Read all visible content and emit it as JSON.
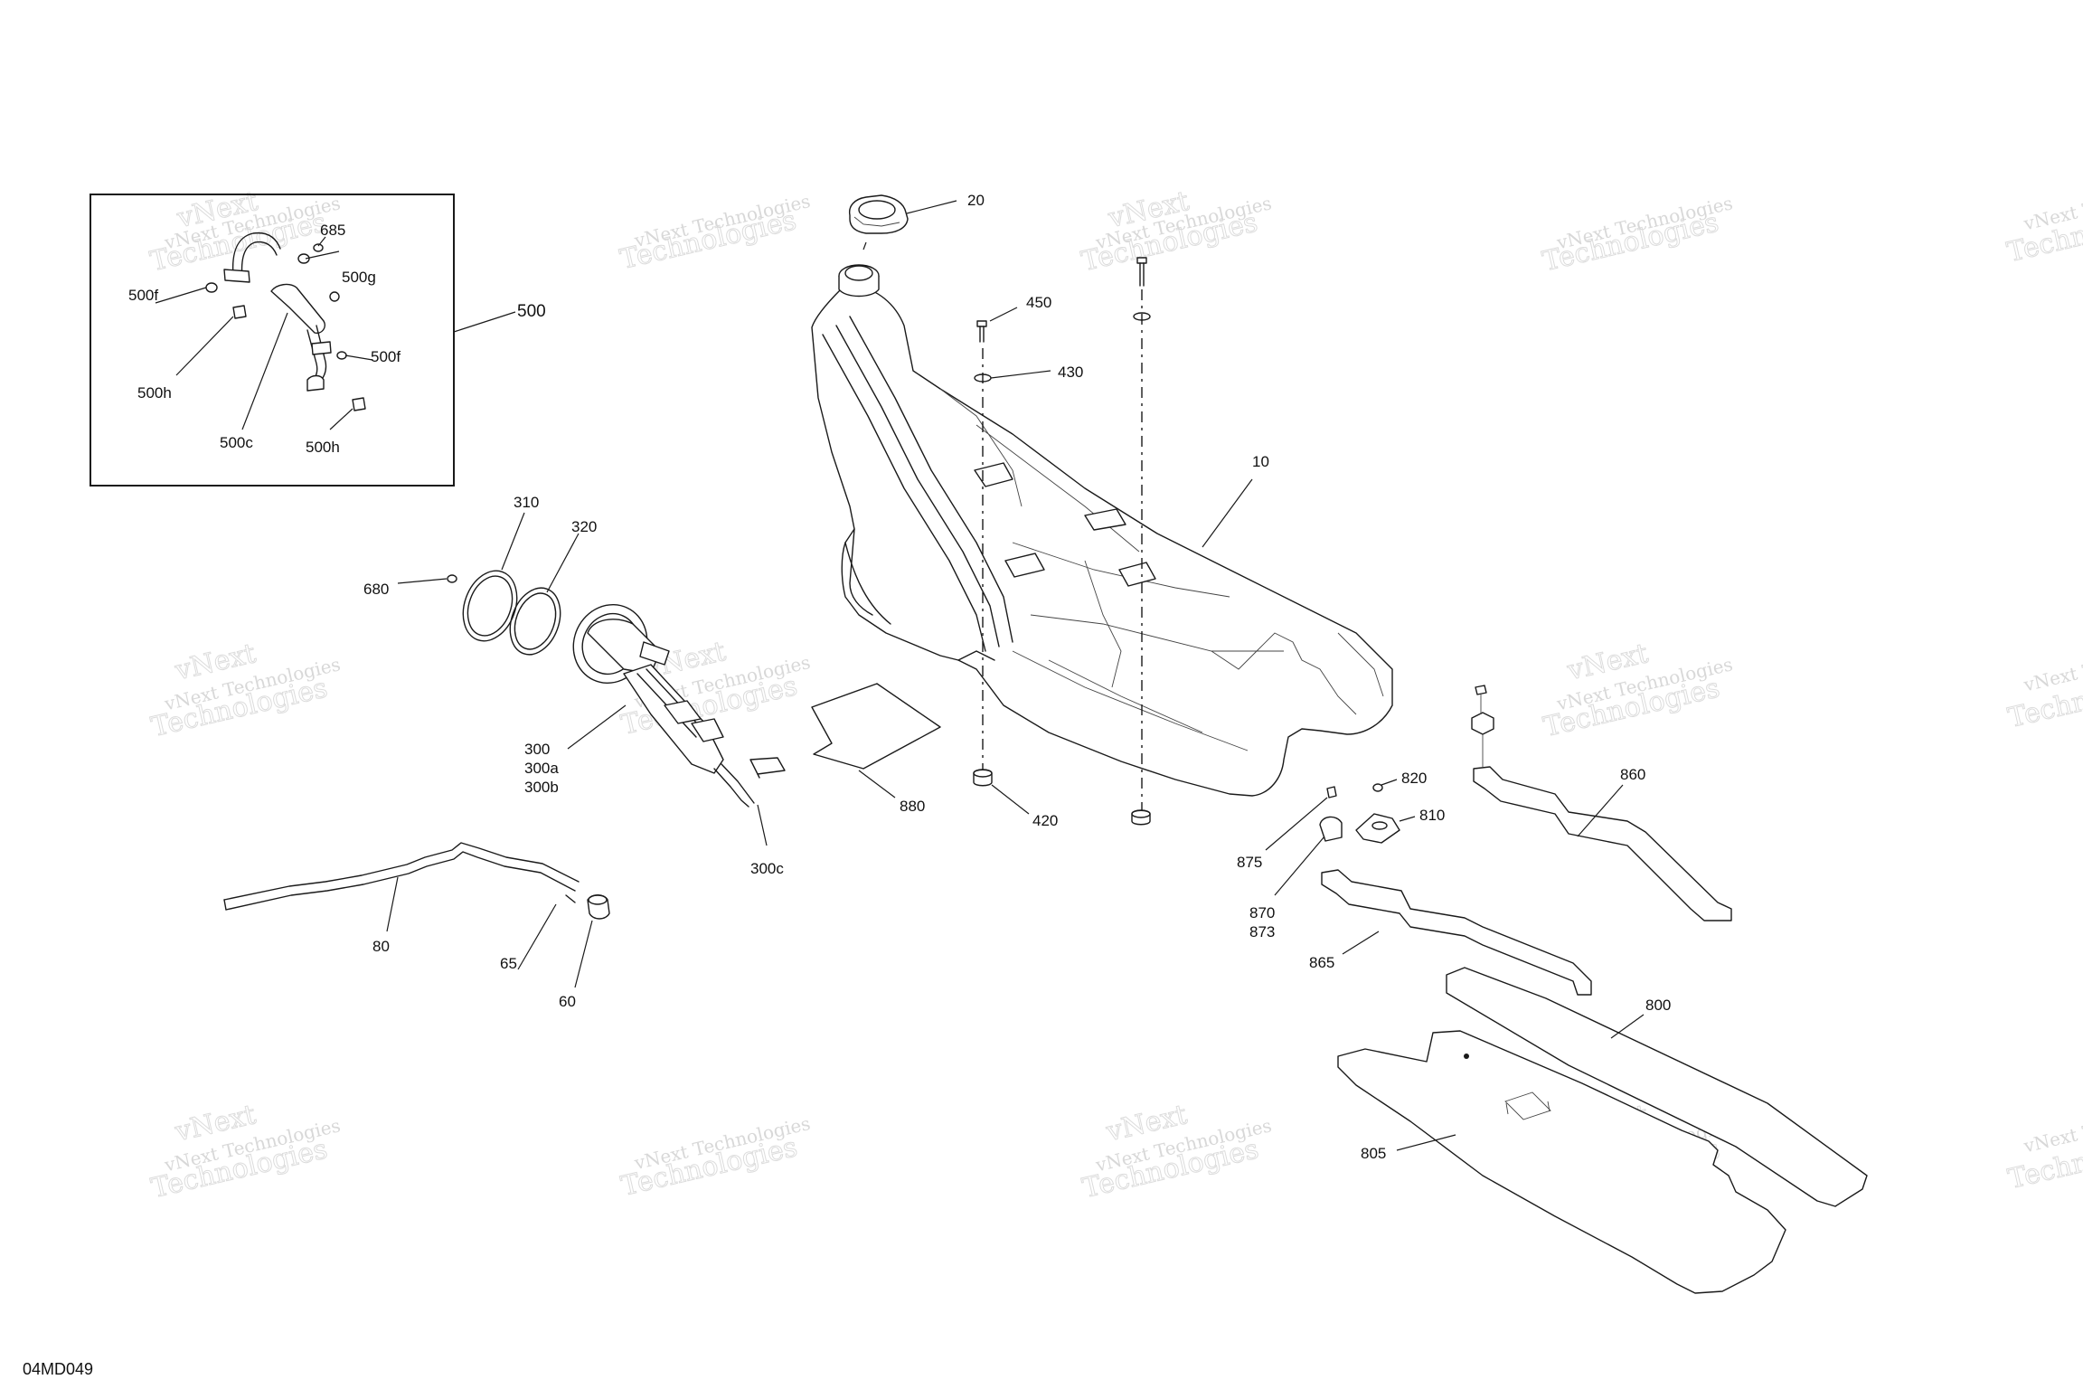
{
  "diagram_code": "04MD049",
  "watermark": {
    "small": "vNext Technologies",
    "big": "Technologies",
    "top": "vNext"
  },
  "callouts": {
    "c10": "10",
    "c20": "20",
    "c60": "60",
    "c65": "65",
    "c80": "80",
    "c300": "300",
    "c300a": "300a",
    "c300b": "300b",
    "c300c": "300c",
    "c310": "310",
    "c320": "320",
    "c420": "420",
    "c430": "430",
    "c450": "450",
    "c500": "500",
    "c500c": "500c",
    "c500f_1": "500f",
    "c500f_2": "500f",
    "c500g": "500g",
    "c500h_1": "500h",
    "c500h_2": "500h",
    "c680": "680",
    "c685": "685",
    "c800": "800",
    "c805": "805",
    "c810": "810",
    "c820": "820",
    "c860": "860",
    "c865": "865",
    "c870": "870",
    "c873": "873",
    "c875": "875",
    "c880": "880"
  }
}
